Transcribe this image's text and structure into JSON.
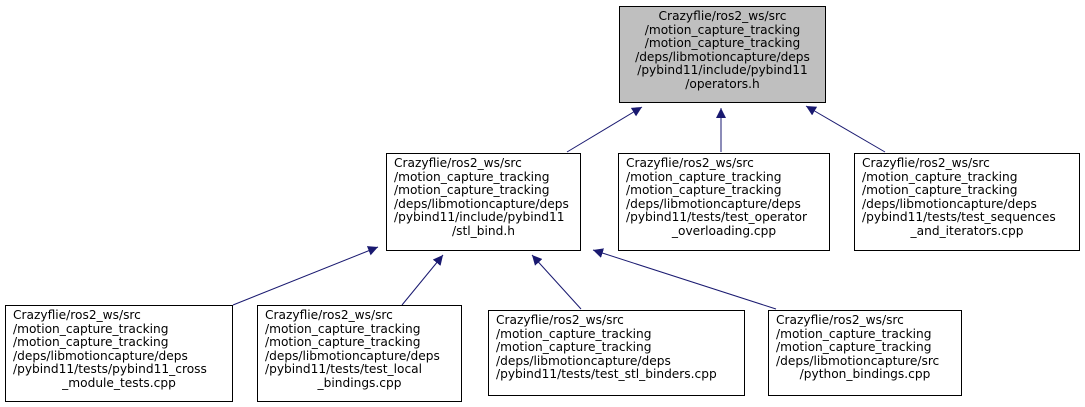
{
  "colors": {
    "edge": "#191970",
    "root_fill": "#bfbfbf",
    "node_fill": "#ffffff",
    "border": "#000000"
  },
  "nodes": {
    "root": {
      "lines": [
        "Crazyflie/ros2_ws/src",
        "/motion_capture_tracking",
        "/motion_capture_tracking",
        "/deps/libmotioncapture/deps",
        "/pybind11/include/pybind11",
        "/operators.h"
      ]
    },
    "stl_bind": {
      "lines": [
        "Crazyflie/ros2_ws/src",
        "/motion_capture_tracking",
        "/motion_capture_tracking",
        "/deps/libmotioncapture/deps",
        "/pybind11/include/pybind11",
        "/stl_bind.h"
      ]
    },
    "test_operator": {
      "lines": [
        "Crazyflie/ros2_ws/src",
        "/motion_capture_tracking",
        "/motion_capture_tracking",
        "/deps/libmotioncapture/deps",
        "/pybind11/tests/test_operator",
        "_overloading.cpp"
      ]
    },
    "test_sequences": {
      "lines": [
        "Crazyflie/ros2_ws/src",
        "/motion_capture_tracking",
        "/motion_capture_tracking",
        "/deps/libmotioncapture/deps",
        "/pybind11/tests/test_sequences",
        "_and_iterators.cpp"
      ]
    },
    "cross_module": {
      "lines": [
        "Crazyflie/ros2_ws/src",
        "/motion_capture_tracking",
        "/motion_capture_tracking",
        "/deps/libmotioncapture/deps",
        "/pybind11/tests/pybind11_cross",
        "_module_tests.cpp"
      ]
    },
    "test_local": {
      "lines": [
        "Crazyflie/ros2_ws/src",
        "/motion_capture_tracking",
        "/motion_capture_tracking",
        "/deps/libmotioncapture/deps",
        "/pybind11/tests/test_local",
        "_bindings.cpp"
      ]
    },
    "test_stl_binders": {
      "lines": [
        "Crazyflie/ros2_ws/src",
        "/motion_capture_tracking",
        "/motion_capture_tracking",
        "/deps/libmotioncapture/deps",
        "/pybind11/tests/test_stl_binders.cpp"
      ]
    },
    "python_bindings": {
      "lines": [
        "Crazyflie/ros2_ws/src",
        "/motion_capture_tracking",
        "/motion_capture_tracking",
        "/deps/libmotioncapture/src",
        "/python_bindings.cpp"
      ]
    }
  }
}
